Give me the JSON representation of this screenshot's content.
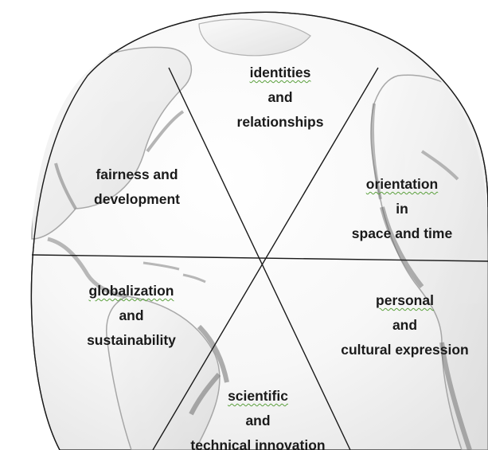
{
  "segments": [
    {
      "id": "identities",
      "line1_a": "identities",
      "line1_b": " and",
      "line2": "relationships"
    },
    {
      "id": "orientation",
      "line1_a": "orientation",
      "line1_b": " in",
      "line2": "space and time"
    },
    {
      "id": "personal",
      "line1_a": "personal",
      "line1_b": " and",
      "line2": "cultural expression"
    },
    {
      "id": "scientific",
      "line1_a": "scientific",
      "line1_b": " and",
      "line2": "technical innovation"
    },
    {
      "id": "globalization",
      "line1_a": "globalization",
      "line1_b": " and",
      "line2": "sustainability"
    },
    {
      "id": "fairness",
      "line1": "fairness and",
      "line2": "development"
    }
  ],
  "colors": {
    "text": "#1a1a1a",
    "lines": "#1a1a1a",
    "globe_light": "#f4f4f4",
    "globe_dark": "#8a8a8a",
    "spellcheck_underline": "#5aa03c"
  }
}
